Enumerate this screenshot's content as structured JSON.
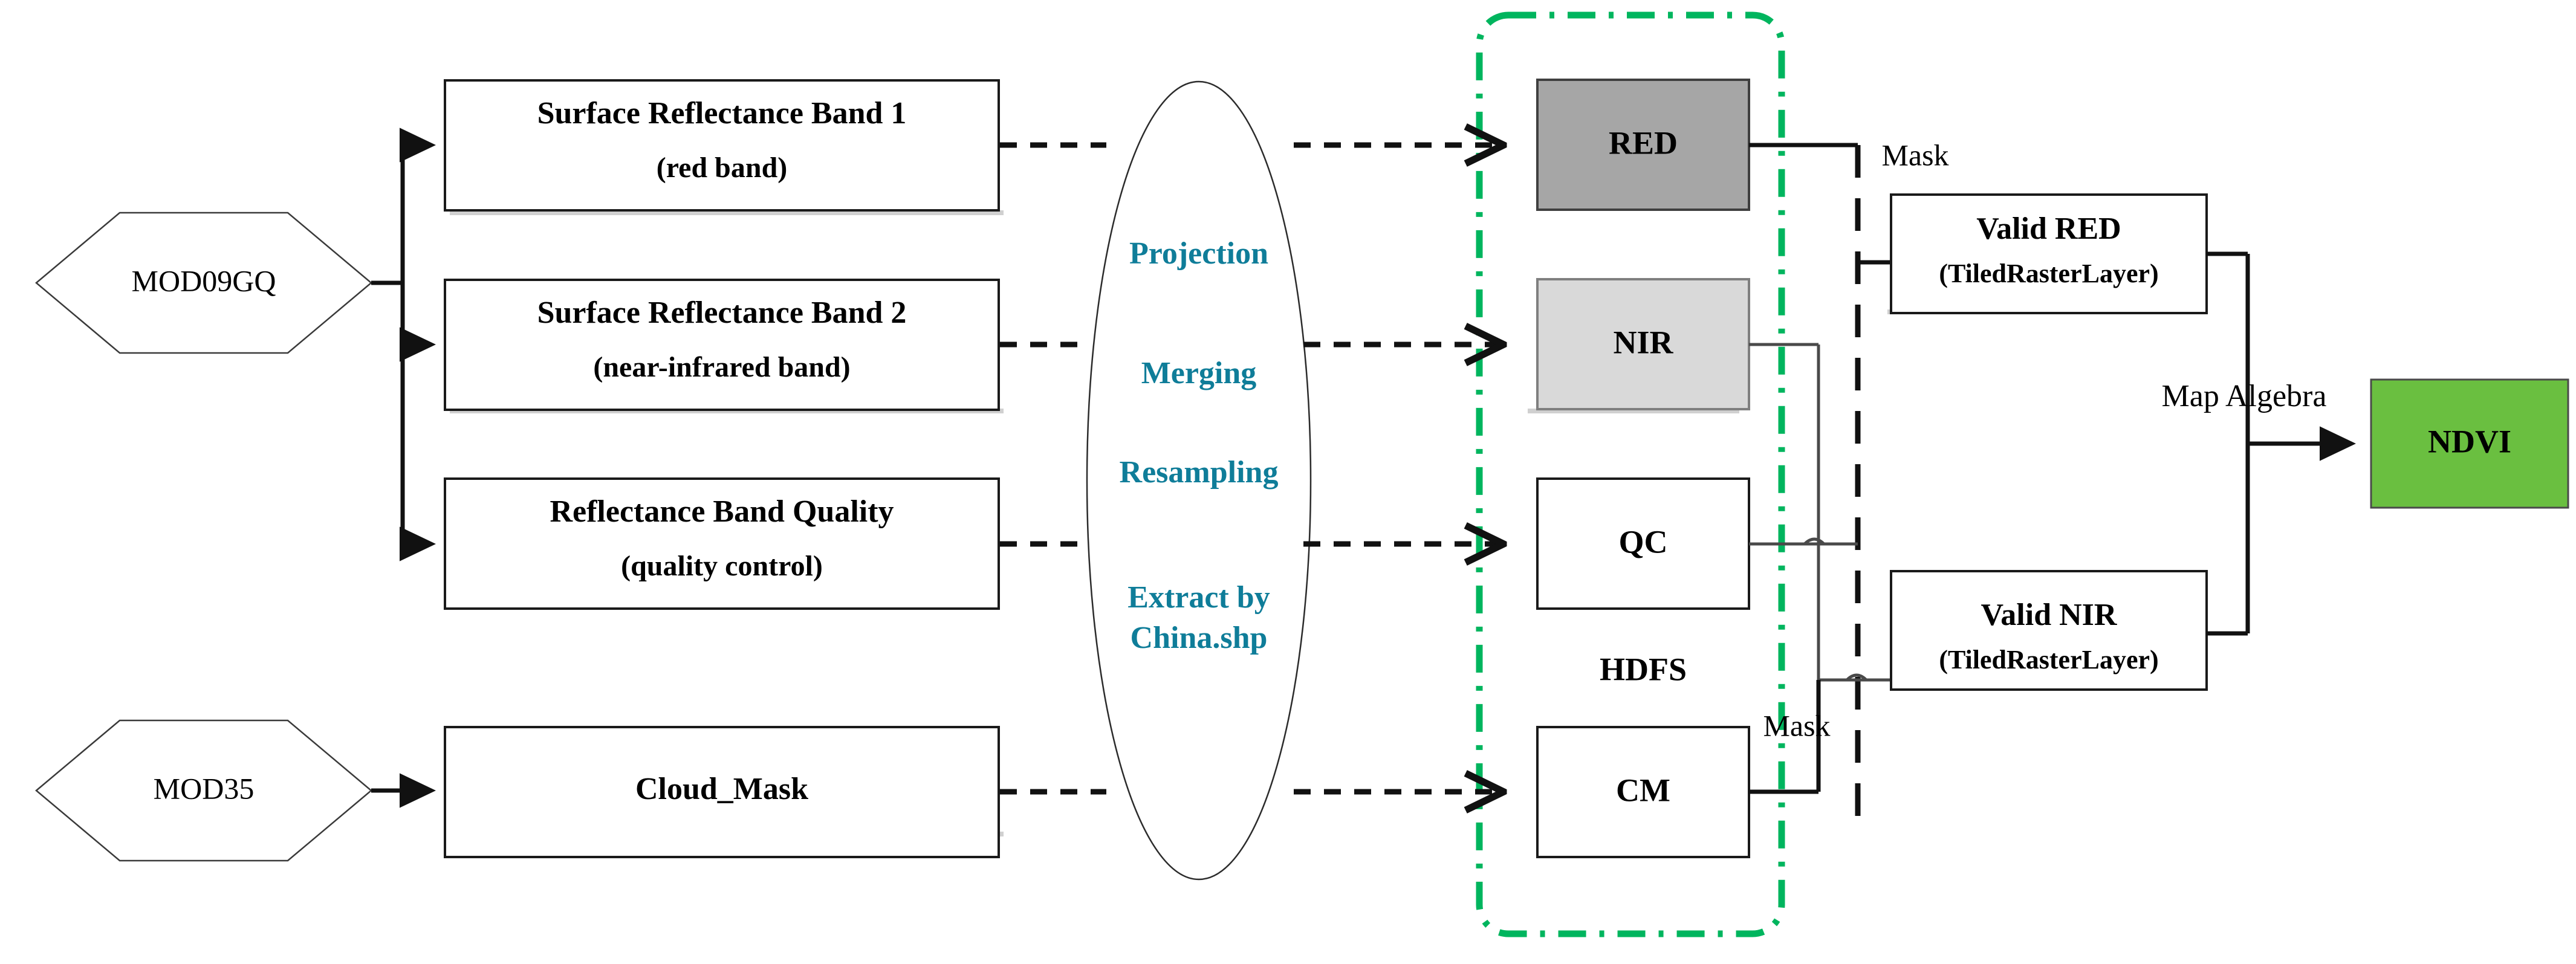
{
  "diagram": {
    "title": "MODIS NDVI processing workflow",
    "colors": {
      "ndvi_fill": "#6abf40",
      "red_fill": "#a6a6a6",
      "nir_fill": "#d9d9d9",
      "region_stroke": "#00b55e",
      "ellipse_text": "#0f7d99",
      "line": "#111111"
    }
  },
  "sources": [
    {
      "id": "mod09gq",
      "label": "MOD09GQ",
      "shape": "hexagon"
    },
    {
      "id": "mod35",
      "label": "MOD35",
      "shape": "hexagon"
    }
  ],
  "inputs": [
    {
      "id": "band1",
      "line1": "Surface Reflectance Band 1",
      "line2": "(red band)"
    },
    {
      "id": "band2",
      "line1": "Surface Reflectance Band 2",
      "line2": "(near-infrared band)"
    },
    {
      "id": "bandqc",
      "line1": "Reflectance Band Quality",
      "line2": "(quality control)"
    },
    {
      "id": "cloudmask",
      "line1": "Cloud_Mask",
      "line2": ""
    }
  ],
  "process_ellipse": {
    "steps": [
      "Projection",
      "Merging",
      "Resampling",
      "Extract by",
      "China.shp"
    ]
  },
  "hdfs": {
    "label": "HDFS",
    "items": [
      {
        "id": "red",
        "label": "RED",
        "fill": "#a6a6a6"
      },
      {
        "id": "nir",
        "label": "NIR",
        "fill": "#d9d9d9"
      },
      {
        "id": "qc",
        "label": "QC",
        "fill": "#ffffff"
      },
      {
        "id": "cm",
        "label": "CM",
        "fill": "#ffffff"
      }
    ]
  },
  "edge_labels": {
    "mask_top": "Mask",
    "mask_bottom": "Mask",
    "map_algebra": "Map Algebra"
  },
  "outputs": [
    {
      "id": "valid_red",
      "line1": "Valid RED",
      "line2": "(TiledRasterLayer)"
    },
    {
      "id": "valid_nir",
      "line1": "Valid NIR",
      "line2": "(TiledRasterLayer)"
    }
  ],
  "result": {
    "id": "ndvi",
    "label": "NDVI",
    "fill": "#6abf40"
  }
}
